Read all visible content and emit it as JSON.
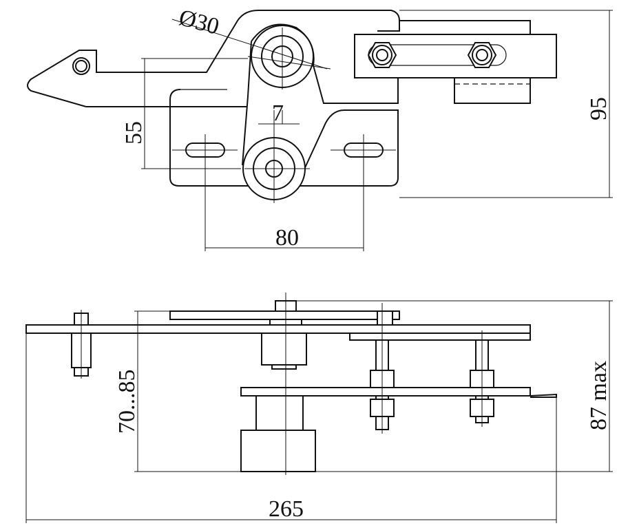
{
  "top_view": {
    "dimensions": {
      "diameter": "Ø30",
      "offset": "7",
      "hole_spacing_vertical": "55",
      "slot_spacing": "80",
      "height": "95"
    }
  },
  "side_view": {
    "dimensions": {
      "adjustable_height": "70...85",
      "max_height": "87 max",
      "overall_length": "265"
    }
  }
}
